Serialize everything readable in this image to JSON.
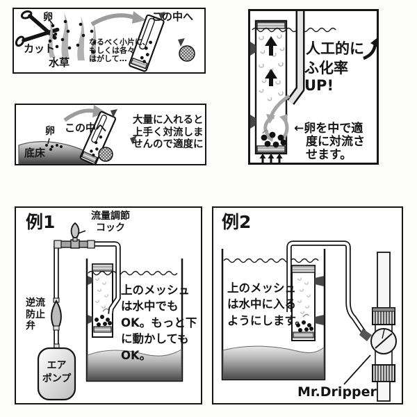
{
  "colors": {
    "ink": "#1a1a1a",
    "arrow_gray": "#9c9c9c",
    "panel_bg": "#ffffff"
  },
  "panel_cut": {
    "egg_label": "卵",
    "cut_label": "カット",
    "plant_label": "水草",
    "note": "なるべく小片に、\nもしくは各々\nはがして…",
    "into_here": "この中へ"
  },
  "panel_hatch": {
    "headline_line1": "人工的に",
    "headline_line2": "ふ化率UP!",
    "caption": "←卵を中で適\n　度に対流さ\n　せます。"
  },
  "panel_bed": {
    "into_here": "この中へ",
    "egg_label": "卵",
    "bed_label": "底床",
    "note": "大量に入れると\n上手く対流しま\nせんので適度に"
  },
  "example1": {
    "title": "例1",
    "flow_valve_label": "流量調節\nコック",
    "check_valve_label": "逆流\n防止\n弁",
    "air_pump_label": "エア\nポンプ",
    "note": "上のメッシュ\nは水中でも\nOK。もっと下\nに動かしても\nOK。"
  },
  "example2": {
    "title": "例2",
    "note": "上のメッシュ\nは水中に入る\nようにします。",
    "product_label": "Mr.Dripper"
  }
}
